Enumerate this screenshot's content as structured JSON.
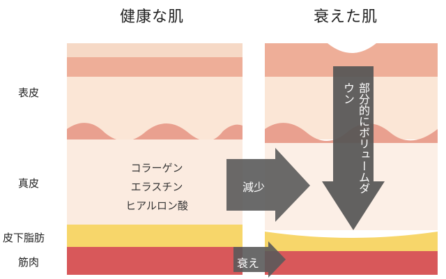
{
  "titles": {
    "healthy": "健康な肌",
    "aged": "衰えた肌"
  },
  "layers": {
    "epidermis": "表皮",
    "dermis": "真皮",
    "fat": "皮下脂肪",
    "muscle": "筋肉"
  },
  "components": [
    "コラーゲン",
    "エラスチン",
    "ヒアルロン酸"
  ],
  "arrows": {
    "decrease": "減少",
    "decline": "衰え",
    "partial_volume_down": "部分的にボリュームダウン"
  },
  "colors": {
    "epidermis_top": "#f0b9a0",
    "dermis": "#f9e3d4",
    "fat": "#f7d66a",
    "muscle": "#d8585a",
    "arrow": "#5a5a5a"
  }
}
